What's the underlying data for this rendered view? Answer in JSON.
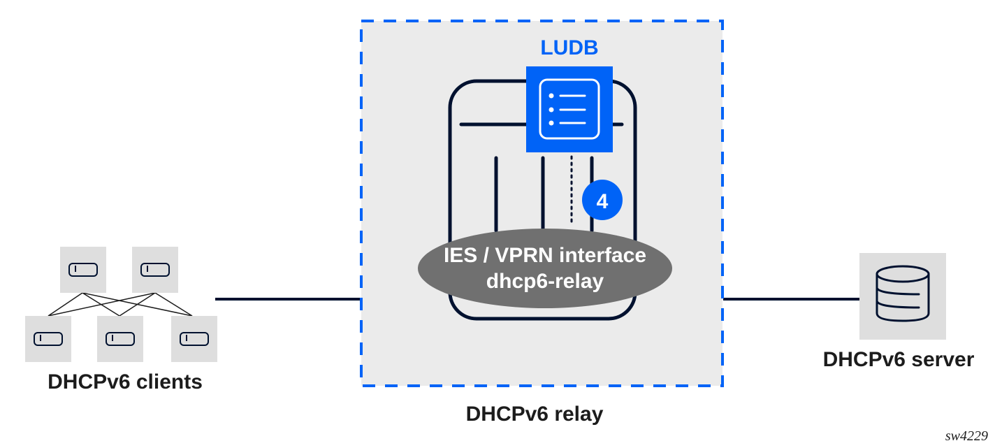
{
  "diagram": {
    "colors": {
      "accent": "#0063f7",
      "line": "#00112f",
      "node_bg": "#dedede",
      "relay_bg": "#ebebeb",
      "ellipse": "#707070",
      "text": "#1c1c1c",
      "white": "#ffffff"
    },
    "clients": {
      "label": "DHCPv6 clients",
      "icon": "client-device-icon",
      "count": 5
    },
    "relay": {
      "label": "DHCPv6 relay",
      "ludb_label": "LUDB",
      "ludb_icon": "list-icon",
      "router_icon": "router-chassis-icon",
      "interface_line1": "IES / VPRN interface",
      "interface_line2": "dhcp6-relay",
      "step_badge": "4"
    },
    "server": {
      "label": "DHCPv6 server",
      "icon": "database-icon"
    },
    "figure_id": "sw4229"
  }
}
